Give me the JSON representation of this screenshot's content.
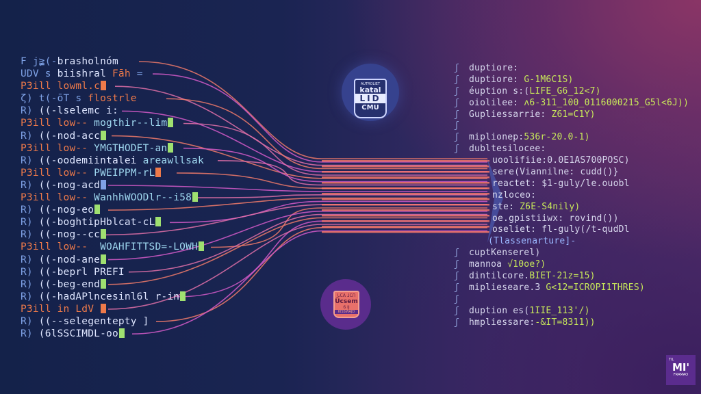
{
  "colors": {
    "white": "#dfe6ff",
    "cyan": "#9fd8f0",
    "orange": "#ef7a4a",
    "green": "#9fe070",
    "blue": "#7fa2e6",
    "val": "#c8e85a",
    "sq": "#8fa0d8"
  },
  "left_lines": [
    [
      [
        "F j≩(-",
        "blue"
      ],
      [
        "brasholnóm",
        "white"
      ]
    ],
    [
      [
        "UDV s ",
        "blue"
      ],
      [
        "biishral ",
        "white"
      ],
      [
        "Fāh ",
        "orange"
      ],
      [
        "=",
        "blue"
      ]
    ],
    [
      [
        "P3ill lowml.c",
        "orange"
      ],
      [
        "",
        "c-orange"
      ]
    ],
    [
      [
        "ζ) t(-ōT s ",
        "blue"
      ],
      [
        "flostrle",
        "orange"
      ]
    ],
    [
      [
        "R) ",
        "blue"
      ],
      [
        "((-lselemc i:",
        "white"
      ]
    ],
    [
      [
        "P3ill low-- ",
        "orange"
      ],
      [
        "mogthir--lim",
        "cyan"
      ],
      [
        "",
        "c-green"
      ]
    ],
    [
      [
        "R) ",
        "blue"
      ],
      [
        "((-nod-acc",
        "white"
      ],
      [
        "",
        "c-green"
      ]
    ],
    [
      [
        "P3ill low-- ",
        "orange"
      ],
      [
        "YMGTHODET-an",
        "cyan"
      ],
      [
        "",
        "c-green"
      ]
    ],
    [
      [
        "R) ",
        "blue"
      ],
      [
        "((-oodemiintalei ",
        "white"
      ],
      [
        "areawllsak",
        "cyan"
      ]
    ],
    [
      [
        "P3ill low-- ",
        "orange"
      ],
      [
        "PWEIPPM-rL",
        "cyan"
      ],
      [
        "",
        "c-orange"
      ]
    ],
    [
      [
        "R) ",
        "blue"
      ],
      [
        "((-nog-acd",
        "white"
      ],
      [
        "",
        "c-blue"
      ]
    ],
    [
      [
        "P3ill low-- ",
        "orange"
      ],
      [
        "WanhhWOODlr--i58",
        "cyan"
      ],
      [
        "",
        "c-green"
      ]
    ],
    [
      [
        "R) ",
        "blue"
      ],
      [
        "((-nog-eo",
        "white"
      ],
      [
        "",
        "c-green"
      ]
    ],
    [
      [
        "R) ",
        "blue"
      ],
      [
        "((-boghtipHblcat-cL",
        "white"
      ],
      [
        "",
        "c-green"
      ]
    ],
    [
      [
        "R) ",
        "blue"
      ],
      [
        "((-nog--cc",
        "white"
      ],
      [
        "",
        "c-green"
      ]
    ],
    [
      [
        "P3ill low--  ",
        "orange"
      ],
      [
        "WOAHFITTSD=-LOWH",
        "cyan"
      ],
      [
        "",
        "c-green"
      ]
    ],
    [
      [
        "R) ",
        "blue"
      ],
      [
        "((-nod-ane",
        "white"
      ],
      [
        "",
        "c-green"
      ]
    ],
    [
      [
        "R) ",
        "blue"
      ],
      [
        "((-beprl ",
        "white"
      ],
      [
        "PREFI",
        "white"
      ]
    ],
    [
      [
        "R) ",
        "blue"
      ],
      [
        "((-beg-end",
        "white"
      ],
      [
        "",
        "c-green"
      ]
    ],
    [
      [
        "R) ",
        "blue"
      ],
      [
        "((-hadAPlncesinl6l r-in",
        "white"
      ],
      [
        "",
        "c-green"
      ]
    ],
    [
      [
        "P3ill in LdV ",
        "orange"
      ],
      [
        "",
        "c-orange"
      ]
    ],
    [
      [
        "R) ",
        "blue"
      ],
      [
        "((--selegentepty ]",
        "white"
      ]
    ],
    [
      [
        "R) ",
        "blue"
      ],
      [
        "(6lSSCIMDL-oo",
        "white"
      ],
      [
        "",
        "c-green"
      ]
    ]
  ],
  "right_lines": [
    {
      "k": "duptiore:",
      "v": ""
    },
    {
      "k": "duptiore: ",
      "v": "G-1M6C1S)"
    },
    {
      "k": "éuption s:(",
      "v": "LIFE_G6_12<7)"
    },
    {
      "k": "oiolilee: ",
      "v": "ʌ6-311_100_0116000215_G5l<6J))"
    },
    {
      "k": "Gupliessarrie: ",
      "v": "Z61=C1Y)"
    },
    {
      "k": "",
      "v": ""
    },
    {
      "k": "miplionep:",
      "v": "536r-20.0-1)"
    },
    {
      "k": "dubltesilocee:",
      "v": ""
    },
    {
      "k": "uoolifiie:0.0E1AS700POSC)",
      "v": "",
      "ind": true
    },
    {
      "k": "sere(Viannilne: cudd()}",
      "v": "",
      "ind": true
    },
    {
      "k": "reactet: $1-guly/le.ouobl",
      "v": "",
      "ind": true
    },
    {
      "k": "nzloceo:",
      "v": "",
      "ind": true
    },
    {
      "k": "ste: ",
      "v": "Z6E-S4nily)",
      "ind": true
    },
    {
      "k": "oe.gpistiiwx: rovind())",
      "v": "",
      "ind": true
    },
    {
      "k": "oseliet: fl-guly(/t-qudDl",
      "v": "",
      "ind": true
    },
    {
      "k": "(Tlassenarture]-",
      "v": "",
      "tl": true
    },
    {
      "k": "cuptKenserel)",
      "v": ""
    },
    {
      "k": "mannoa ",
      "v": "√10oe?)"
    },
    {
      "k": "dintilcore.",
      "v": "BIET-21z=15)"
    },
    {
      "k": "miplieseare.3 ",
      "v": "G<12=ICROPI1THRES)"
    },
    {
      "k": "",
      "v": ""
    },
    {
      "k": "duption es(",
      "v": "1IIE_113'/)"
    },
    {
      "k": "hmpliessare:",
      "v": "-&IT=8311))"
    }
  ],
  "right_bracket": "ʃ",
  "badge_top": {
    "l1": "AUTROLIET",
    "l2": "katal",
    "l3": "LID",
    "l4": "CMU"
  },
  "badge_bottom": {
    "l1": "ᒐᑕᕕ ᒧᑕᑎ",
    "l2": "Ücsem",
    "l3": "6 IJ",
    "l4": "KISSWAJD"
  },
  "logo": {
    "top": "TIL",
    "mark": "MI'",
    "bottom": "FRAMAO"
  }
}
